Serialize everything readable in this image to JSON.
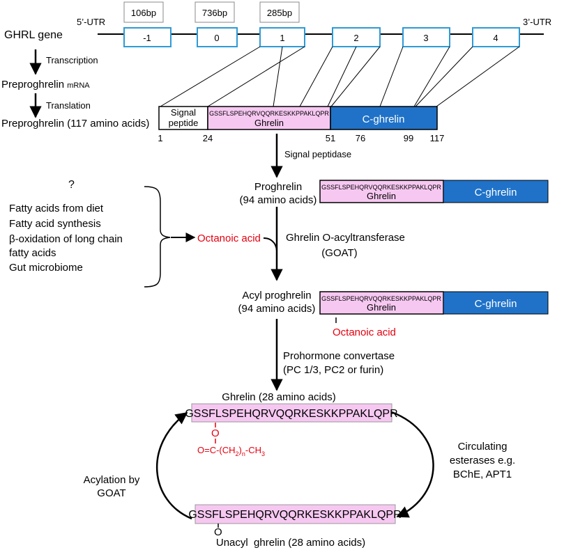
{
  "gene": {
    "five_utr": "5’-UTR",
    "three_utr": "3’-UTR",
    "label": "GHRL gene",
    "exons": [
      "-1",
      "0",
      "1",
      "2",
      "3",
      "4"
    ],
    "exon_sizes": [
      "106bp",
      "736bp",
      "285bp"
    ]
  },
  "steps": {
    "transcription": "Transcription",
    "mrna_label": "Preproghrelin",
    "mrna_suffix": "mRNA",
    "translation": "Translation",
    "preproghrelin": "Preproghrelin (117 amino acids)"
  },
  "preproghrelin_bar": {
    "signal_line1": "Signal",
    "signal_line2": "peptide",
    "sequence": "GSSFLSPEHQRVQQRKESKKPPAKLQPR",
    "ghrelin": "Ghrelin",
    "c_ghrelin": "C-ghrelin",
    "positions": [
      "1",
      "24",
      "51",
      "76",
      "99",
      "117"
    ]
  },
  "signal_peptidase": "Signal peptidase",
  "proghrelin": {
    "name": "Proghrelin",
    "length": "(94 amino acids)",
    "sequence": "GSSFLSPEHQRVQQRKESKKPPAKLQPR",
    "ghrelin": "Ghrelin",
    "c_ghrelin": "C-ghrelin"
  },
  "sources": {
    "question": "?",
    "items": [
      "Fatty acids from diet",
      "Fatty acid synthesis",
      "β-oxidation of long chain",
      "fatty acids",
      "Gut microbiome"
    ]
  },
  "octanoic_acid": "Octanoic acid",
  "goat": {
    "line1": "Ghrelin O-acyltransferase",
    "line2": "(GOAT)"
  },
  "acyl_proghrelin": {
    "name": "Acyl proghrelin",
    "length": "(94 amino acids)",
    "sequence": "GSSFLSPEHQRVQQRKESKKPPAKLQPR",
    "ghrelin": "Ghrelin",
    "c_ghrelin": "C-ghrelin",
    "octanoic": "Octanoic acid"
  },
  "prohormone": {
    "line1": "Prohormone convertase",
    "line2": "(PC 1/3, PC2 or furin)"
  },
  "ghrelin_final": {
    "title": "Ghrelin (28 amino acids)",
    "sequence": "GSSFLSPEHQRVQQRKESKKPPAKLQPR",
    "oxygen": "O",
    "chain_a": "O=C-(CH",
    "chain_sub1": "2",
    "chain_b": ")",
    "chain_sub2": "n",
    "chain_c": "-CH",
    "chain_sub3": "3"
  },
  "acylation": {
    "line1": "Acylation by",
    "line2": "GOAT"
  },
  "esterases": {
    "line1": "Circulating",
    "line2": "esterases e.g.",
    "line3": "BChE, APT1"
  },
  "unacyl": {
    "sequence": "GSSFLSPEHQRVQQRKESKKPPAKLQPR",
    "oxygen": "O",
    "title": "Unacyl  ghrelin (28 amino acids)"
  },
  "colors": {
    "exon_border": "#2e9ad6",
    "ghrelin_fill": "#f6c8f1",
    "c_ghrelin_fill": "#1f72c8",
    "red": "#e3000f"
  }
}
